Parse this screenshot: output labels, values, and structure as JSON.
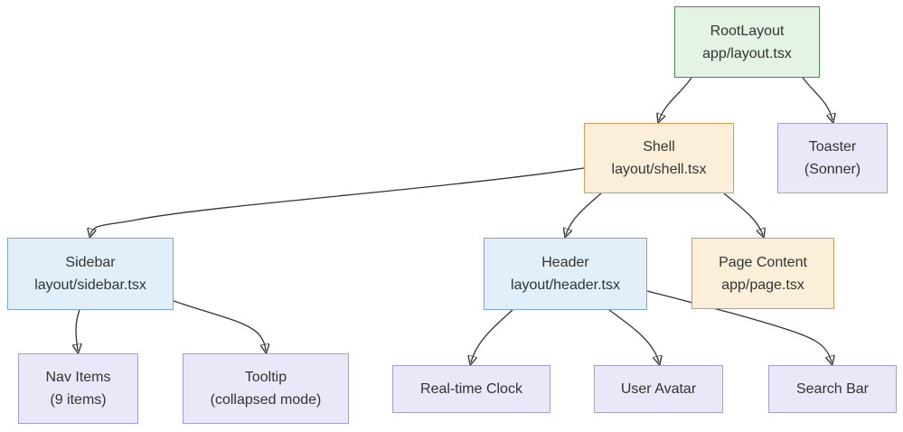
{
  "diagram": {
    "type": "flowchart",
    "direction": "top-down",
    "nodes": {
      "rootlayout": {
        "label": "RootLayout",
        "sublabel": "app/layout.tsx",
        "color": "green"
      },
      "shell": {
        "label": "Shell",
        "sublabel": "layout/shell.tsx",
        "color": "orange"
      },
      "toaster": {
        "label": "Toaster",
        "sublabel": "(Sonner)",
        "color": "purple"
      },
      "sidebar": {
        "label": "Sidebar",
        "sublabel": "layout/sidebar.tsx",
        "color": "blue"
      },
      "header": {
        "label": "Header",
        "sublabel": "layout/header.tsx",
        "color": "blue"
      },
      "page_content": {
        "label": "Page Content",
        "sublabel": "app/page.tsx",
        "color": "orange"
      },
      "nav_items": {
        "label": "Nav Items",
        "sublabel": "(9 items)",
        "color": "purple"
      },
      "tooltip": {
        "label": "Tooltip",
        "sublabel": "(collapsed mode)",
        "color": "purple"
      },
      "clock": {
        "label": "Real-time Clock",
        "color": "purple"
      },
      "avatar": {
        "label": "User Avatar",
        "color": "purple"
      },
      "search": {
        "label": "Search Bar",
        "color": "purple"
      }
    },
    "edges": [
      {
        "from": "RootLayout",
        "to": "Shell"
      },
      {
        "from": "RootLayout",
        "to": "Toaster"
      },
      {
        "from": "Shell",
        "to": "Sidebar"
      },
      {
        "from": "Shell",
        "to": "Header"
      },
      {
        "from": "Shell",
        "to": "Page Content"
      },
      {
        "from": "Sidebar",
        "to": "Nav Items"
      },
      {
        "from": "Sidebar",
        "to": "Tooltip"
      },
      {
        "from": "Header",
        "to": "Real-time Clock"
      },
      {
        "from": "Header",
        "to": "User Avatar"
      },
      {
        "from": "Header",
        "to": "Search Bar"
      }
    ],
    "colors": {
      "green_fill": "#e5f3e5",
      "green_stroke": "#4f8a4f",
      "orange_fill": "#fcefd9",
      "orange_stroke": "#d49a55",
      "blue_fill": "#e0effa",
      "blue_stroke": "#7ba7cb",
      "purple_fill": "#e9e7f8",
      "purple_stroke": "#a79dd6",
      "edge": "#333333",
      "text": "#333333",
      "background": "#ffffff"
    }
  }
}
